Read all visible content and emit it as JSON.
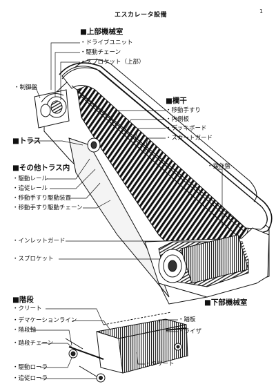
{
  "title": "エスカレータ設備",
  "upper_machine_room": {
    "heading": "■上部機械室",
    "items": [
      "・ドライブユニット",
      "・駆動チェーン",
      "・スプロケット（上部）"
    ]
  },
  "control_panel": "・制御盤",
  "balustrade": {
    "heading": "■欄干",
    "items": [
      "・移動手すり",
      "・内側板",
      "・デッキボード",
      "・スカートガード"
    ]
  },
  "truss": {
    "heading": "■トラス"
  },
  "other_truss": {
    "heading": "■その他トラス内",
    "items": [
      "・駆動レール",
      "・追従レール",
      "・移動手すり駆動装置",
      "・移動手すり駆動チェーン"
    ]
  },
  "operation_panel": "・操作盤",
  "inlet_guard": "・インレットガード",
  "sprocket": "・スプロケット",
  "lower_machine_room": {
    "heading": "■下部機械室"
  },
  "steps": {
    "heading": "■階段",
    "items": [
      "・クリート",
      "・デマケーションライン",
      "・階段軸",
      "・踏段チェーン",
      "・駆動ローラ",
      "・追従ローラ"
    ]
  },
  "step_right_labels": [
    "・踏板",
    "・ライザ",
    "・クリート"
  ],
  "page_number": "1"
}
